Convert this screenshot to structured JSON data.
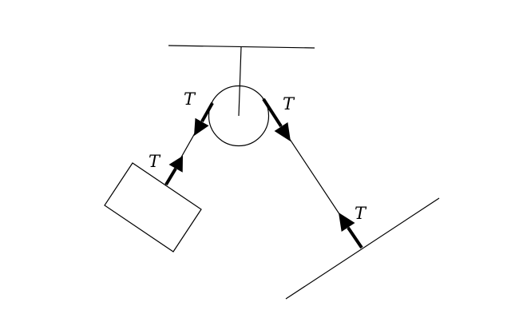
{
  "diagram": {
    "tension_labels": {
      "left_upper": "T",
      "left_lower": "T",
      "right_upper": "T",
      "right_lower": "T"
    },
    "colors": {
      "stroke": "#000000",
      "background": "#ffffff"
    }
  }
}
